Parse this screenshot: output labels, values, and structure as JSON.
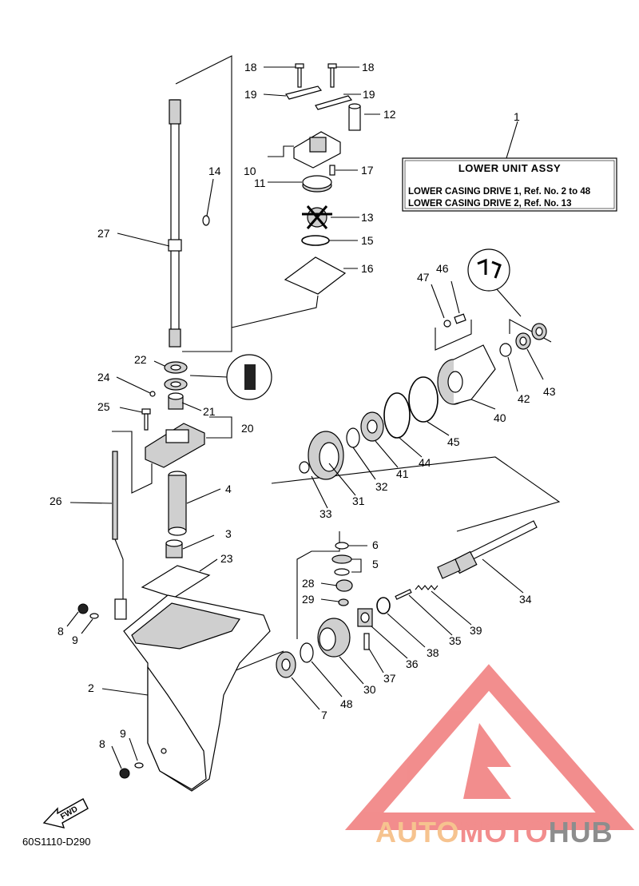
{
  "callouts": {
    "n1": "1",
    "n2": "2",
    "n3": "3",
    "n4": "4",
    "n5": "5",
    "n6": "6",
    "n7": "7",
    "n8a": "8",
    "n8b": "8",
    "n9a": "9",
    "n9b": "9",
    "n10": "10",
    "n11": "11",
    "n12": "12",
    "n13": "13",
    "n14": "14",
    "n15": "15",
    "n16": "16",
    "n17": "17",
    "n18a": "18",
    "n18b": "18",
    "n19a": "19",
    "n19b": "19",
    "n20": "20",
    "n21": "21",
    "n22": "22",
    "n23": "23",
    "n24": "24",
    "n25": "25",
    "n26": "26",
    "n27": "27",
    "n28": "28",
    "n29": "29",
    "n30": "30",
    "n31": "31",
    "n32": "32",
    "n33": "33",
    "n34": "34",
    "n35": "35",
    "n36": "36",
    "n37": "37",
    "n38": "38",
    "n39": "39",
    "n40": "40",
    "n41": "41",
    "n42": "42",
    "n43": "43",
    "n44": "44",
    "n45": "45",
    "n46": "46",
    "n47": "47",
    "n48": "48"
  },
  "assy_box": {
    "title": "LOWER UNIT ASSY",
    "line1": "LOWER CASING DRIVE 1, Ref. No. 2 to 48",
    "line2": "LOWER CASING DRIVE 2, Ref. No. 13"
  },
  "fwd_label": "FWD",
  "diagram_code": "60S1110-D290",
  "watermark": {
    "part1": "AUTO",
    "part2": "MOTO",
    "part3": "HUB",
    "color1": "#f5b97c",
    "color2": "#f07a7a",
    "color3": "#7a7a7a",
    "triangle_color": "#f07a7a"
  }
}
